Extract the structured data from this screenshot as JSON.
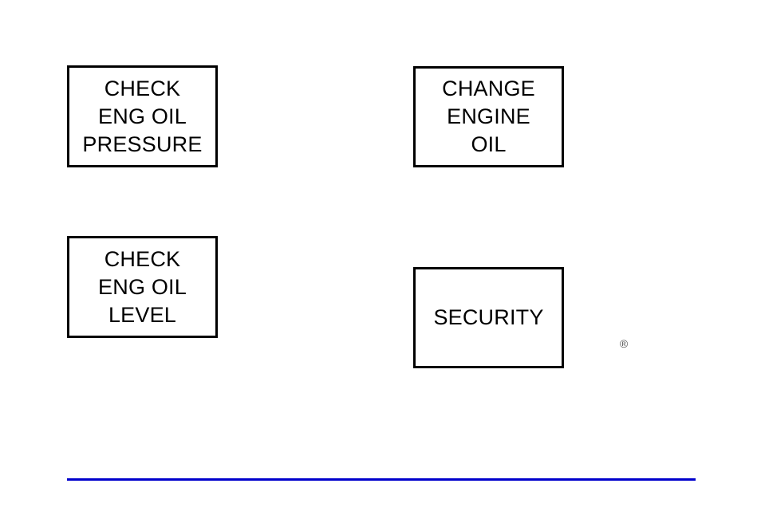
{
  "figure": {
    "background_color": "#ffffff",
    "box_border_color": "#000000",
    "accent_rule_color": "#0000cc",
    "text_color": "#000000"
  },
  "boxes": [
    {
      "id": "check-eng-oil-pressure",
      "name": "CHECK ENG OIL PRESSURE",
      "lines": [
        "CHECK",
        "ENG OIL",
        "PRESSURE"
      ]
    },
    {
      "id": "change-engine-oil",
      "name": "CHANGE ENGINE OIL",
      "lines": [
        "CHANGE",
        "ENGINE",
        "OIL"
      ]
    },
    {
      "id": "check-eng-oil-level",
      "name": "CHECK ENG OIL LEVEL",
      "lines": [
        "CHECK",
        "ENG OIL",
        "LEVEL"
      ]
    },
    {
      "id": "security",
      "name": "SECURITY",
      "lines": [
        "SECURITY"
      ]
    }
  ],
  "marks": {
    "registered_symbol": "®"
  }
}
